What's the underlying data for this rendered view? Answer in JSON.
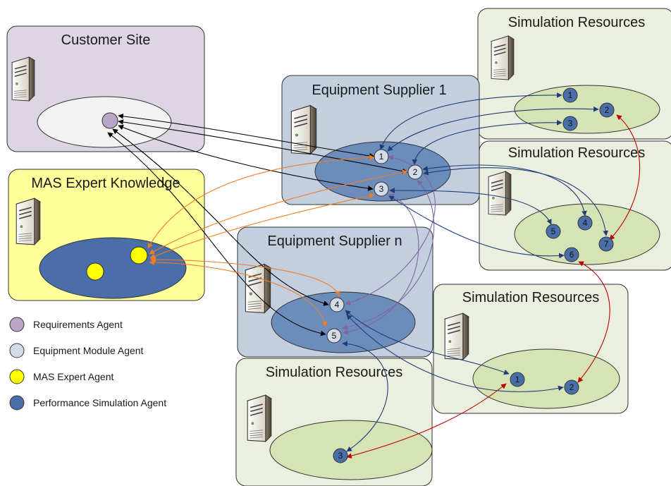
{
  "boxes": {
    "customer_site": {
      "title": "Customer Site"
    },
    "mas_expert": {
      "title": "MAS Expert Knowledge"
    },
    "supplier_1": {
      "title": "Equipment Supplier 1"
    },
    "supplier_n": {
      "title": "Equipment Supplier n"
    },
    "sim_1": {
      "title": "Simulation Resources"
    },
    "sim_2": {
      "title": "Simulation Resources"
    },
    "sim_3": {
      "title": "Simulation Resources"
    },
    "sim_4": {
      "title": "Simulation Resources"
    }
  },
  "nodes": {
    "s1_1": "1",
    "s1_2": "2",
    "s1_3": "3",
    "sn_4": "4",
    "sn_5": "5",
    "r1_1": "1",
    "r1_2": "2",
    "r1_3": "3",
    "r2_4": "4",
    "r2_5": "5",
    "r2_6": "6",
    "r2_7": "7",
    "r3_1": "1",
    "r3_2": "2",
    "r4_3": "3"
  },
  "legend": [
    {
      "label": "Requirements Agent",
      "color": "#b9a6c9"
    },
    {
      "label": "Equipment Module Agent",
      "color": "#d3dbe8"
    },
    {
      "label": "MAS Expert Agent",
      "color": "#ffff00"
    },
    {
      "label": "Performance Simulation Agent",
      "color": "#4a6ea8"
    }
  ],
  "colors": {
    "customer_bg": "#ddd5e3",
    "expert_bg": "#ffff9c",
    "supplier_bg": "#c3cfde",
    "sim_bg": "#ebefdf",
    "supplier_ellipse": "#6c8cbc",
    "sim_ellipse": "#d5e3b5",
    "link_black": "#000000",
    "link_blue": "#1f3c78",
    "link_orange": "#f07d22",
    "link_purple": "#8066a0",
    "link_red": "#c00000"
  }
}
